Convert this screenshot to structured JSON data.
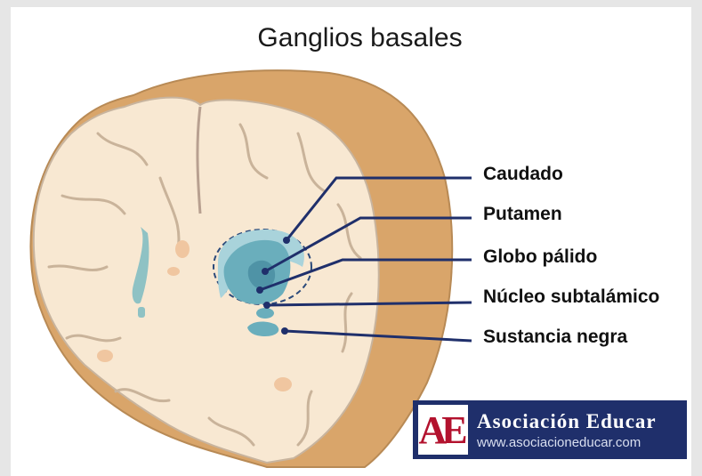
{
  "title": "Ganglios basales",
  "labels": [
    {
      "id": "caudado",
      "text": "Caudado"
    },
    {
      "id": "putamen",
      "text": "Putamen"
    },
    {
      "id": "globo-palido",
      "text": "Globo pálido"
    },
    {
      "id": "nucleo-subtalamico",
      "text": "Núcleo subtalámico"
    },
    {
      "id": "sustancia-negra",
      "text": "Sustancia negra"
    }
  ],
  "logo": {
    "mark": "AE",
    "name": "Asociación Educar",
    "url": "www.asociacioneducar.com"
  },
  "colors": {
    "cortex": "#d9a56a",
    "white_matter": "#f8e8d2",
    "outline": "#b8a090",
    "nuclei": "#6aaebc",
    "leader_line": "#1f2f6b",
    "logo_bg": "#1f2f6b",
    "logo_mark": "#b3122e"
  }
}
